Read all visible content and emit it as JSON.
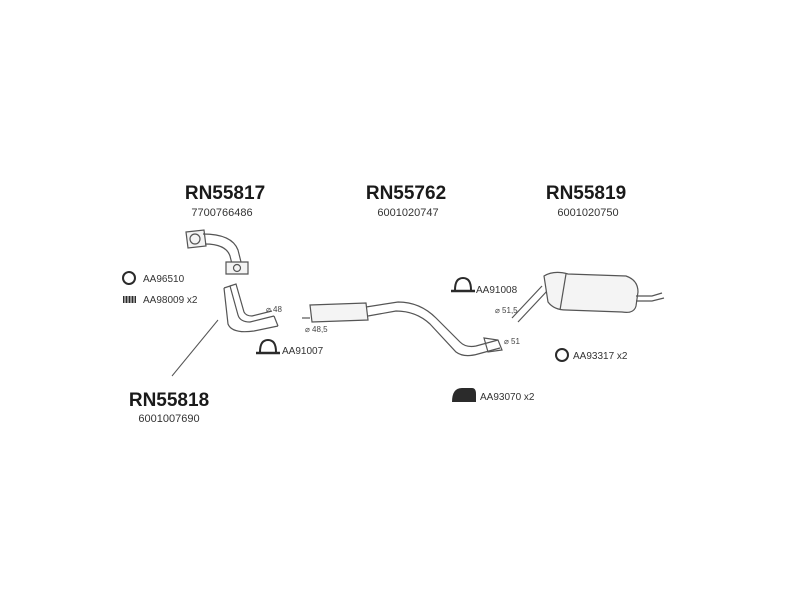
{
  "parts": {
    "front_pipe": {
      "number": "RN55817",
      "oem": "7700766486"
    },
    "middle_silencer": {
      "number": "RN55762",
      "oem": "6001020747"
    },
    "rear_silencer": {
      "number": "RN55819",
      "oem": "6001020750"
    },
    "down_pipe": {
      "number": "RN55818",
      "oem": "6001007690"
    }
  },
  "accessories": {
    "ring_aa96510": "AA96510",
    "spring_aa98009": "AA98009 x2",
    "clamp_aa91007": "AA91007",
    "clamp_aa91008": "AA91008",
    "ring_aa93317": "AA93317 x2",
    "mount_aa93070": "AA93070 x2"
  },
  "dimensions": {
    "d48": "⌀ 48",
    "d48_5": "⌀ 48,5",
    "d51_5": "⌀ 51,5",
    "d51": "⌀ 51"
  },
  "icons": {
    "ring": "ring-icon",
    "spring": "spring-icon",
    "clamp": "u-clamp-icon",
    "rubber_mount": "rubber-mount-icon"
  },
  "colors": {
    "line": "#555555",
    "text": "#222222",
    "mount": "#2b2b2b"
  }
}
